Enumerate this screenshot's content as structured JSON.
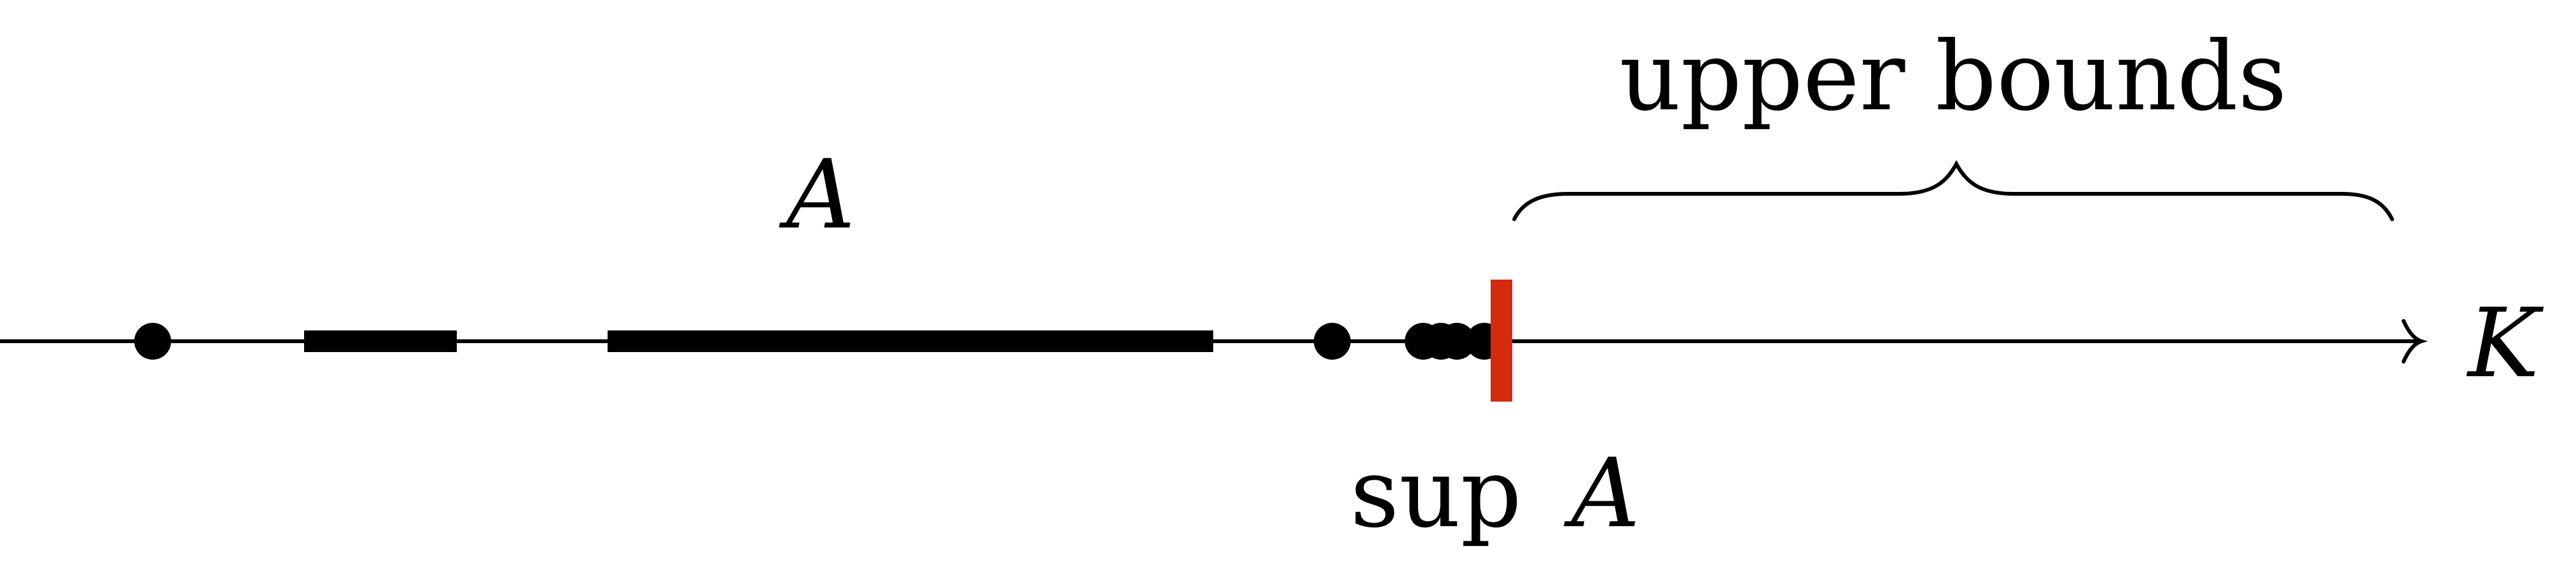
{
  "labels": {
    "set_name": "A",
    "upper_bounds": "upper bounds",
    "sup_prefix": "sup",
    "sup_set": "A",
    "field": "K"
  },
  "colors": {
    "ink": "#000000",
    "supremum_marker": "#d42a10"
  }
}
